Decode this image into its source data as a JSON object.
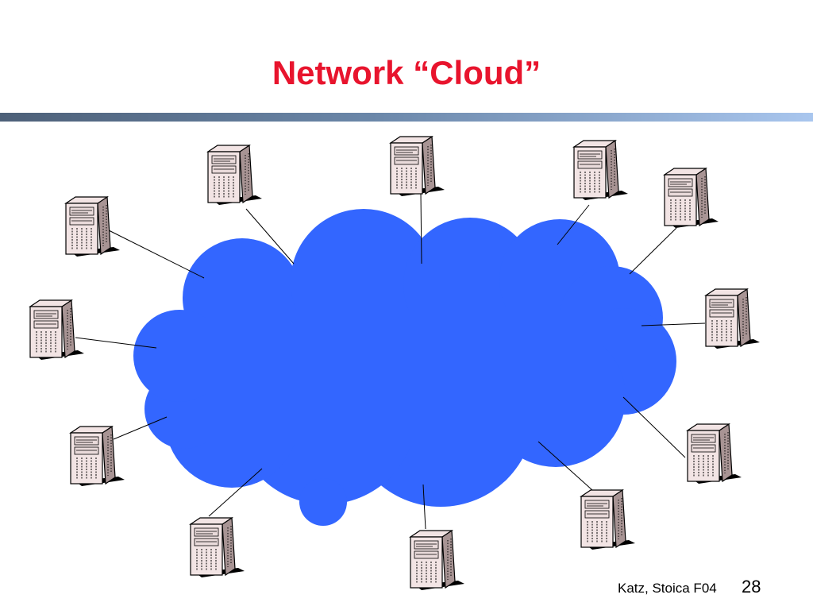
{
  "slide": {
    "title": "Network “Cloud”",
    "credit": "Katz, Stoica F04",
    "page_number": "28"
  },
  "colors": {
    "title": "#e8142d",
    "cloud": "#3366ff",
    "server_body": "#f2e4e4",
    "server_side": "#a89494",
    "shadow": "#000000",
    "link": "#000000"
  },
  "diagram": {
    "cloud_name": "network-cloud",
    "server_count": 12,
    "link_count": 12
  }
}
